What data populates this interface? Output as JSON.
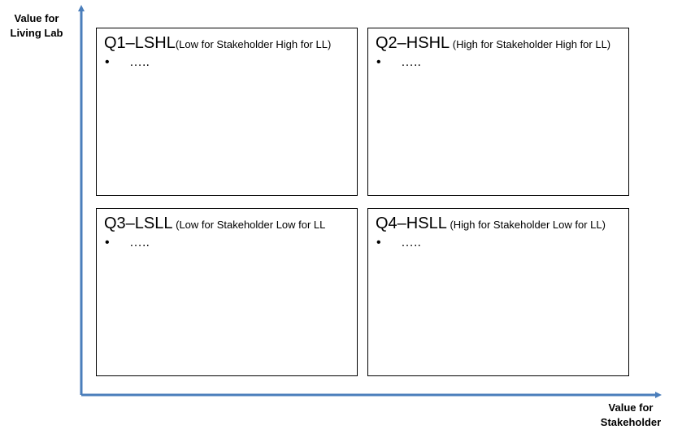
{
  "axes": {
    "y_label_line1": "Value for",
    "y_label_line2": "Living Lab",
    "x_label_line1": "Value for",
    "x_label_line2": "Stakeholder",
    "axis_color": "#4a7ebb"
  },
  "quadrants": [
    {
      "code": "Q1–LSHL",
      "desc": "(Low for Stakeholder High for LL)",
      "bullet": "•",
      "text": "….."
    },
    {
      "code": "Q2–HSHL",
      "desc": " (High for Stakeholder High for LL)",
      "bullet": "•",
      "text": "….."
    },
    {
      "code": "Q3–LSLL",
      "desc": " (Low for Stakeholder Low for LL",
      "bullet": "•",
      "text": "….."
    },
    {
      "code": "Q4–HSLL",
      "desc": " (High for Stakeholder Low for LL)",
      "bullet": "•",
      "text": "….."
    }
  ]
}
